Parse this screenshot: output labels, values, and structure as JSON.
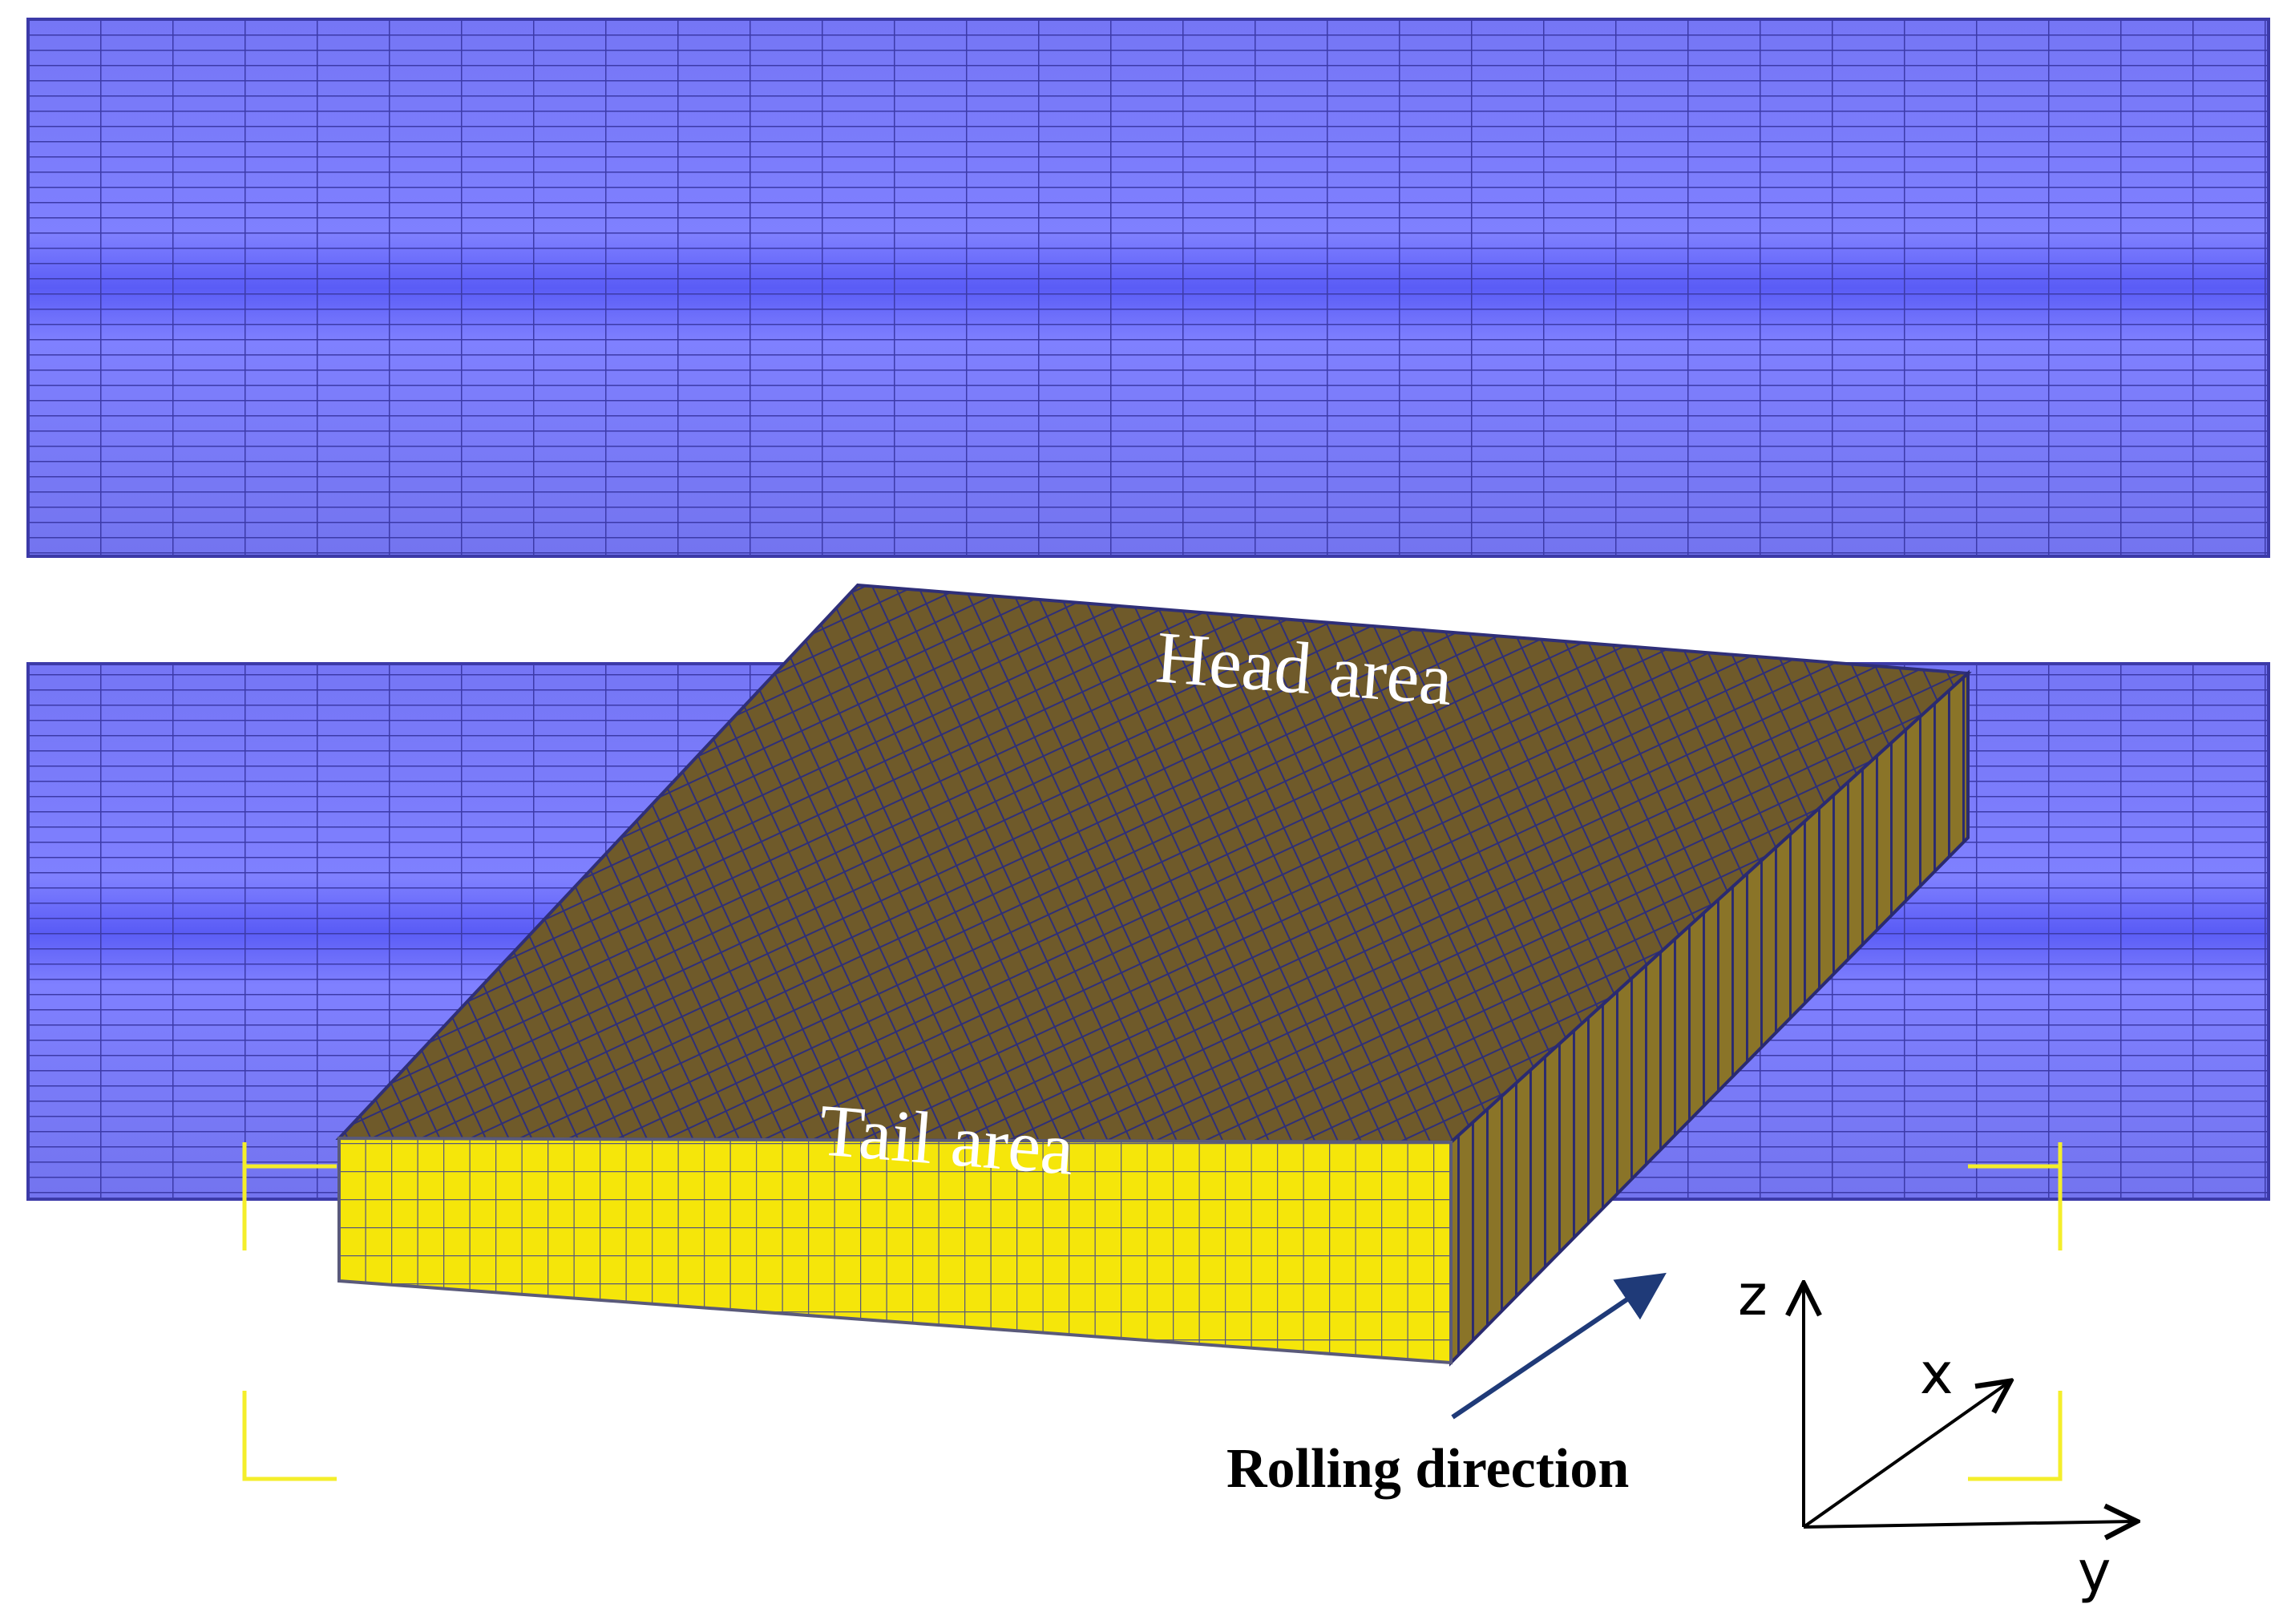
{
  "labels": {
    "head_area": "Head area",
    "tail_area": "Tail area",
    "rolling_direction": "Rolling direction"
  },
  "axes": {
    "z": "z",
    "x": "x",
    "y": "y"
  },
  "colors": {
    "roll_fill": "#7a7bff",
    "roll_center": "#5b5cf5",
    "roll_grid": "#3c3aa8",
    "slab_top": "#6f5a2a",
    "slab_side": "#f5e60a",
    "slab_grid": "#3b3b7a",
    "bracket": "#f4ee2a",
    "arrow_blue": "#1f3a78"
  }
}
